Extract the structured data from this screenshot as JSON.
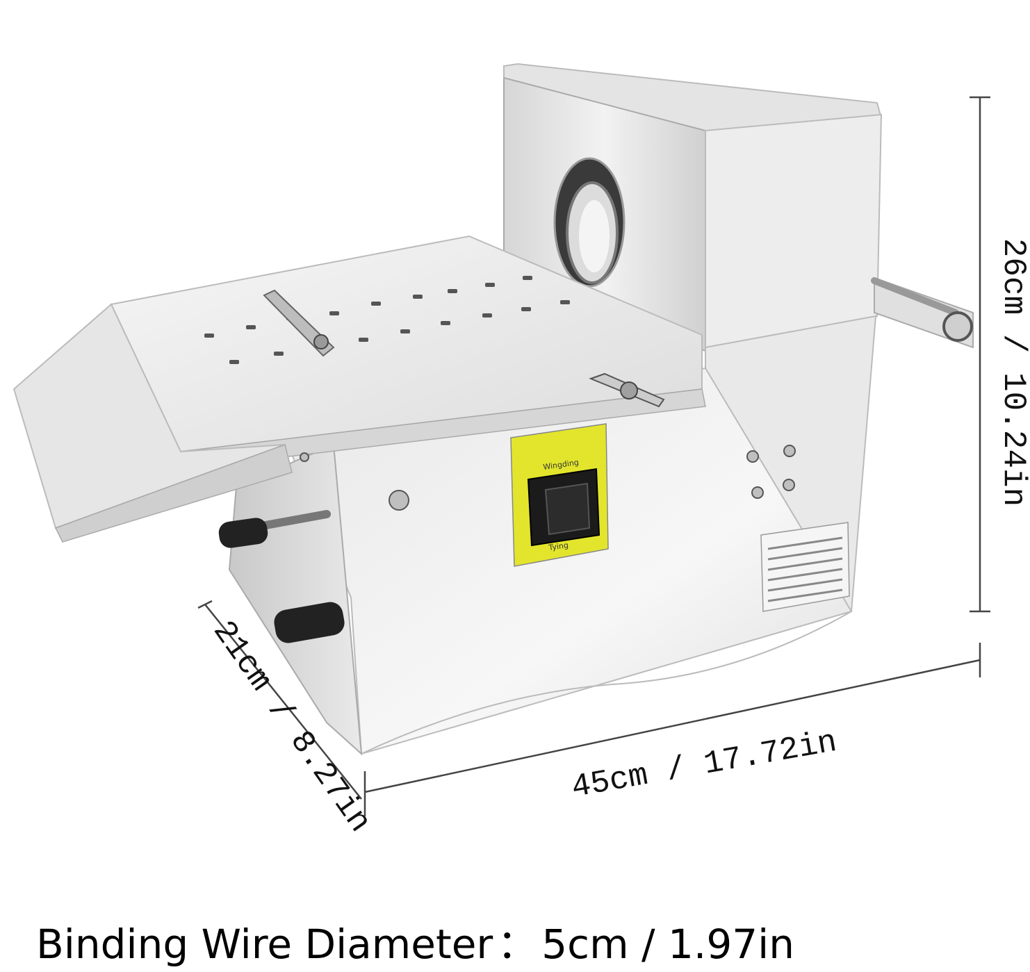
{
  "dimensions": {
    "height": "26cm / 10.24in",
    "width": "45cm / 17.72in",
    "depth": "21cm / 8.27in"
  },
  "caption": {
    "label": "Binding Wire Diameter",
    "separator": "：",
    "value": "5cm / 1.97in"
  },
  "switch_panel": {
    "top_label": "Wingding",
    "bottom_label": "Tying"
  },
  "colors": {
    "steel_light": "#eeeeee",
    "steel_mid": "#d9d9d9",
    "steel_dark": "#bdbdbd",
    "label_yellow": "#e6ea2a",
    "switch_black": "#1b1b1b"
  }
}
